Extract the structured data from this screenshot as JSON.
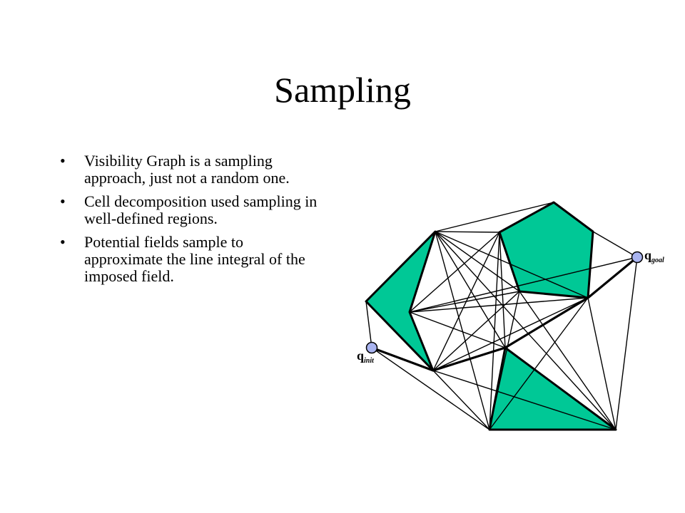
{
  "slide": {
    "title": "Sampling",
    "bullets": [
      "Visibility Graph is a sampling approach, just not a random one.",
      "Cell decomposition used sampling in well-defined regions.",
      "Potential fields sample to approximate the line integral of the imposed field."
    ],
    "bullet_symbol": "•"
  },
  "diagram": {
    "label_start": "q",
    "label_start_sub": "init",
    "label_goal": "q",
    "label_goal_sub": "goal",
    "obstacle_color": "#00c896",
    "node_color": "#a9b4f0"
  }
}
